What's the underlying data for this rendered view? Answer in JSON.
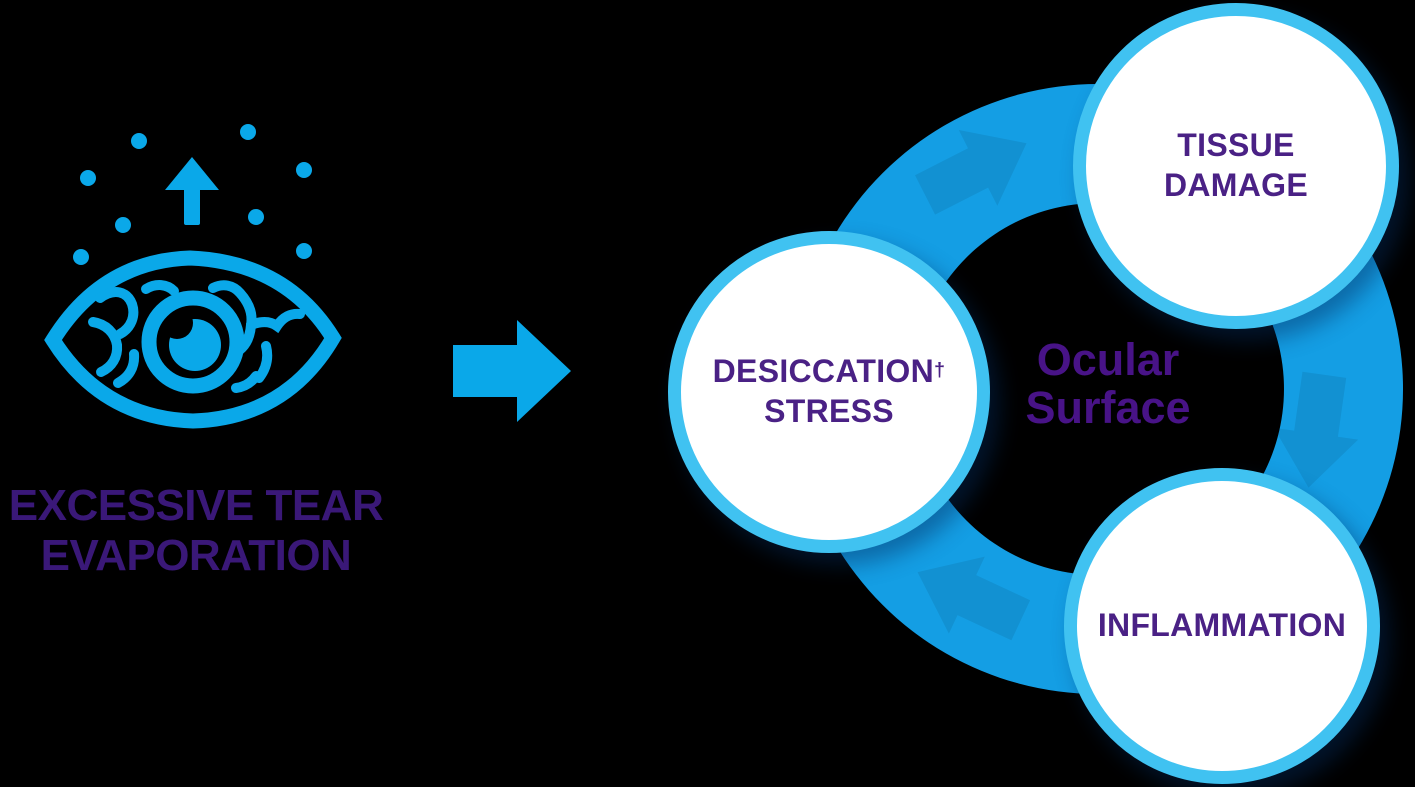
{
  "background_color": "#000000",
  "palette": {
    "background": "#000000",
    "icon_blue": "#0AA8E9",
    "ring_blue": "#149EE4",
    "node_border_blue": "#40C2F1",
    "node_fill": "#FFFFFF",
    "title_purple": "#3A1878",
    "node_label_purple": "#4A2185",
    "center_label_purple": "#481387"
  },
  "left_panel": {
    "icon": "evaporating-irritated-eye-icon",
    "title_line1": "EXCESSIVE TEAR",
    "title_line2": "EVAPORATION"
  },
  "flow": {
    "icon": "right-arrow-icon"
  },
  "cycle": {
    "ring_icon": "cycle-ring",
    "direction": "clockwise",
    "center_line1": "Ocular",
    "center_line2": "Surface",
    "nodes": [
      {
        "id": "tissue-damage",
        "line1": "TISSUE",
        "line2": "DAMAGE"
      },
      {
        "id": "desiccation-stress",
        "line1": "DESICCATION",
        "superscript": "†",
        "line2": "STRESS"
      },
      {
        "id": "inflammation",
        "line1": "INFLAMMATION"
      }
    ]
  }
}
